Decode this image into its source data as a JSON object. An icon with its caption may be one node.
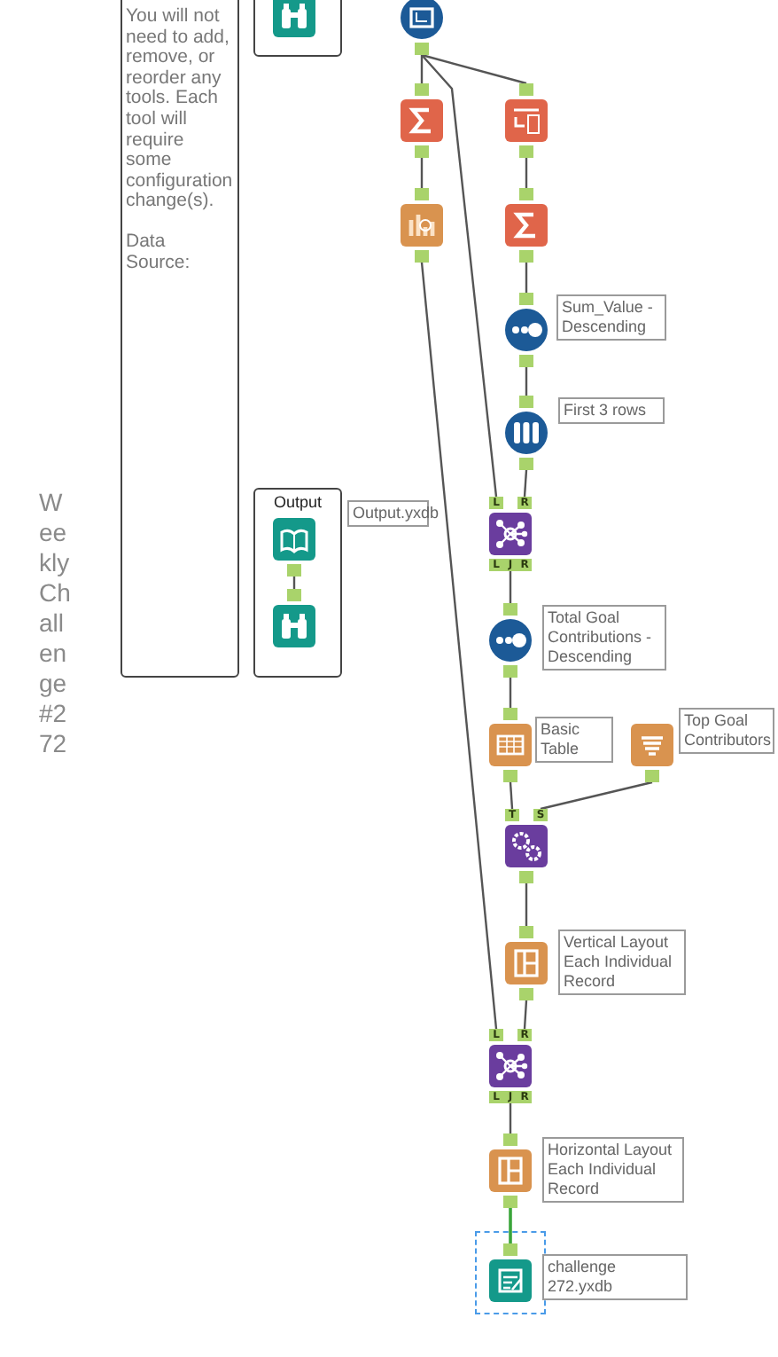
{
  "diagram": {
    "nodes": [
      {
        "text": [
          "You will not need to add, remove, or reorder any tools. Each tool will require some configuration change(s).",
          "Data Source:"
        ]
      },
      {
        "text": [],
        "shape": "box"
      },
      {
        "text": [],
        "shape": "box",
        "in": 1
      },
      {
        "text": [
          "Output"
        ]
      },
      {
        "text": [],
        "shape": "box",
        "in": 3,
        "beside": [
          "Output.yxdb"
        ]
      },
      {
        "text": [],
        "shape": "box",
        "in": 3
      },
      {
        "text": [],
        "shape": "circle"
      },
      {
        "text": [],
        "shape": "box"
      },
      {
        "text": [],
        "shape": "box"
      },
      {
        "text": [],
        "shape": "box"
      },
      {
        "text": [],
        "shape": "box"
      },
      {
        "text": [],
        "shape": "circle",
        "beside": [
          "Sum_Value - Descending"
        ]
      },
      {
        "text": [],
        "shape": "circle",
        "beside": [
          "First 3 rows"
        ]
      },
      {
        "text": [
          "L",
          "R",
          "L",
          "J",
          "R"
        ]
      },
      {
        "text": [],
        "shape": "circle",
        "beside": [
          "Total Goal Contributions - Descending"
        ]
      },
      {
        "text": [],
        "shape": "box",
        "beside": [
          "Basic Table"
        ]
      },
      {
        "text": [],
        "shape": "box",
        "beside": [
          "Top Goal Contributors"
        ]
      },
      {
        "text": [
          "T",
          "S"
        ]
      },
      {
        "text": [],
        "shape": "box",
        "beside": [
          "Vertical Layout Each Individual Record"
        ]
      },
      {
        "text": [
          "L",
          "R",
          "L",
          "J",
          "R"
        ]
      },
      {
        "text": [],
        "shape": "box",
        "beside": [
          "Horizontal Layout Each Individual Record"
        ]
      },
      {
        "text": [],
        "shape": "box",
        "beside": [
          "challenge 272.yxdb"
        ]
      }
    ],
    "edges": [
      {
        "from": 6,
        "to": 7,
        "arrow": "none"
      },
      {
        "from": 6,
        "to": 8,
        "arrow": "none"
      },
      {
        "from": 6,
        "to": 13,
        "arrow": "none"
      },
      {
        "from": 7,
        "to": 9,
        "arrow": "none"
      },
      {
        "from": 9,
        "to": 19,
        "arrow": "none"
      },
      {
        "from": 8,
        "to": 10,
        "arrow": "none"
      },
      {
        "from": 10,
        "to": 11,
        "arrow": "none"
      },
      {
        "from": 11,
        "to": 12,
        "arrow": "none"
      },
      {
        "from": 12,
        "to": 13,
        "arrow": "none"
      },
      {
        "from": 13,
        "to": 14,
        "arrow": "none"
      },
      {
        "from": 14,
        "to": 15,
        "arrow": "none"
      },
      {
        "from": 15,
        "to": 17,
        "arrow": "none"
      },
      {
        "from": 16,
        "to": 17,
        "arrow": "none"
      },
      {
        "from": 17,
        "to": 18,
        "arrow": "none"
      },
      {
        "from": 18,
        "to": 19,
        "arrow": "none"
      },
      {
        "from": 19,
        "to": 20,
        "arrow": "none"
      },
      {
        "from": 20,
        "to": 21,
        "arrow": "none",
        "color": "#3aa53a"
      },
      {
        "from": 4,
        "to": 5,
        "arrow": "none"
      }
    ],
    "labels": [
      "Weekly Challenge #272"
    ]
  }
}
